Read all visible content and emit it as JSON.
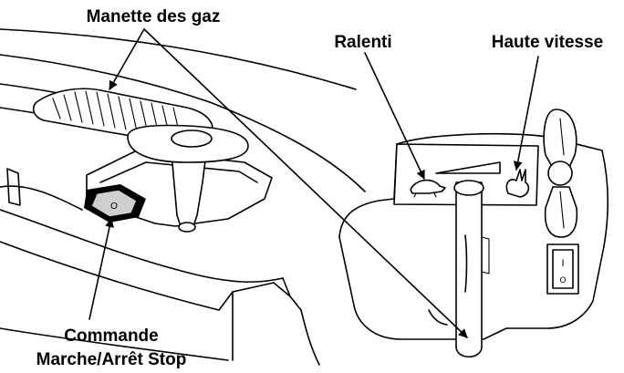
{
  "labels": {
    "throttle": "Manette des gaz",
    "idle": "Ralenti",
    "high_speed": "Haute vitesse",
    "switch_line1": "Commande",
    "switch_line2": "Marche/Arrêt Stop"
  },
  "switch_markings": {
    "left_symbol": "O",
    "right_symbol_on": "I",
    "right_symbol_off": "O"
  }
}
